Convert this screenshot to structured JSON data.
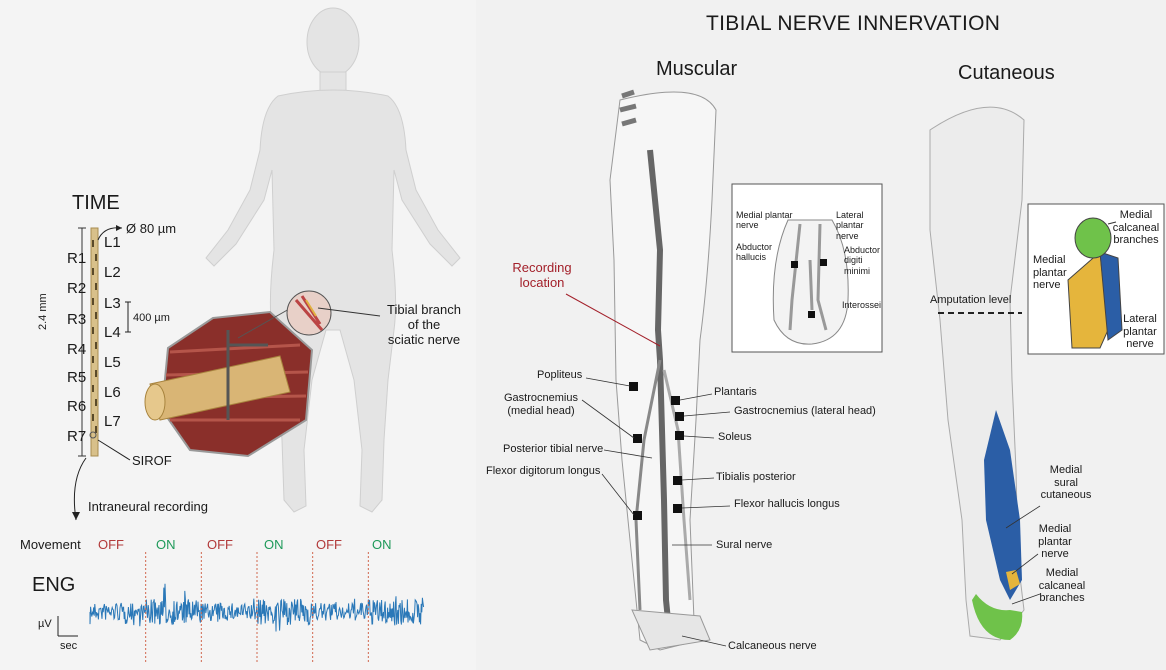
{
  "title": "TIBIAL NERVE INNERVATION",
  "muscular": {
    "heading": "Muscular",
    "recording": [
      "Recording",
      "location"
    ],
    "muscles": {
      "popliteus": "Popliteus",
      "gastroc_medial": [
        "Gastrocnemius",
        "(medial head)"
      ],
      "posterior_tibial": "Posterior tibial nerve",
      "fdl": "Flexor digitorum longus",
      "plantaris": "Plantaris",
      "gastroc_lateral": "Gastrocnemius (lateral head)",
      "soleus": "Soleus",
      "tibialis_post": "Tibialis posterior",
      "fhl": "Flexor hallucis longus",
      "sural": "Sural nerve",
      "calcaneous": "Calcaneous nerve"
    },
    "foot_inset": {
      "medial_plantar": [
        "Medial plantar",
        "nerve"
      ],
      "lateral_plantar": [
        "Lateral",
        "plantar",
        "nerve"
      ],
      "abductor_hallucis": [
        "Abductor",
        "hallucis"
      ],
      "abductor_digiti": [
        "Abductor",
        "digiti",
        "minimi"
      ],
      "interossei": "Interossei"
    }
  },
  "cutaneous": {
    "heading": "Cutaneous",
    "amputation": "Amputation level",
    "inset": {
      "medial_calcaneal": [
        "Medial",
        "calcaneal",
        "branches"
      ],
      "medial_plantar": [
        "Medial",
        "plantar",
        "nerve"
      ],
      "lateral_plantar": [
        "Lateral",
        "plantar",
        "nerve"
      ]
    },
    "leg": {
      "medial_sural": [
        "Medial",
        "sural",
        "cutaneous"
      ],
      "medial_plantar": [
        "Medial",
        "plantar",
        "nerve"
      ],
      "medial_calcaneal": [
        "Medial",
        "calcaneal",
        "branches"
      ]
    }
  },
  "time": {
    "heading": "TIME",
    "diameter": "Ø 80 µm",
    "length": "2.4 mm",
    "spacing": "400 µm",
    "right_sites": [
      "R1",
      "R2",
      "R3",
      "R4",
      "R5",
      "R6",
      "R7"
    ],
    "left_sites": [
      "L1",
      "L2",
      "L3",
      "L4",
      "L5",
      "L6",
      "L7"
    ],
    "coating": "SIROF",
    "tibial_branch": [
      "Tibial branch",
      "of the",
      "sciatic nerve"
    ],
    "intraneural": "Intraneural recording"
  },
  "eng": {
    "movement_label": "Movement",
    "states": [
      "OFF",
      "ON",
      "OFF",
      "ON",
      "OFF",
      "ON"
    ],
    "label": "ENG",
    "scale_y": "µV",
    "scale_x": "sec"
  },
  "colors": {
    "off": "#b23a3a",
    "on": "#1f9a5a",
    "signal": "#2a78b8",
    "recording": "#a3202a",
    "green_zone": "#6fc24a",
    "blue_zone": "#2b5ea6",
    "yellow_zone": "#e5b53c"
  }
}
